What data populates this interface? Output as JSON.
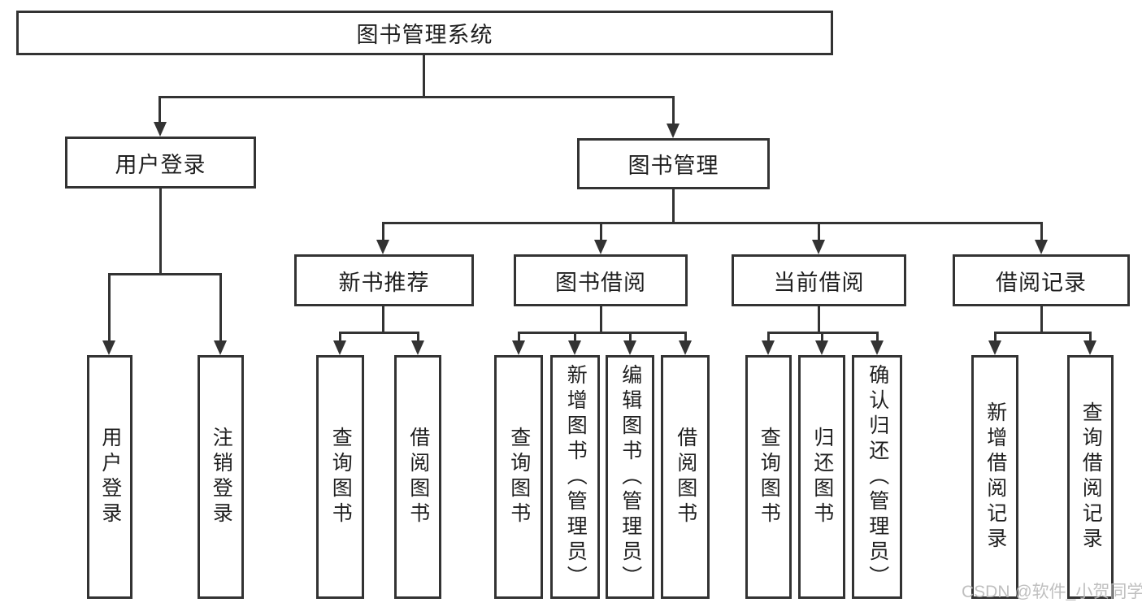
{
  "diagram": {
    "root": {
      "label": "图书管理系统"
    },
    "level2": [
      {
        "label": "用户登录"
      },
      {
        "label": "图书管理"
      }
    ],
    "level3": [
      {
        "label": "新书推荐",
        "parent": "图书管理"
      },
      {
        "label": "图书借阅",
        "parent": "图书管理"
      },
      {
        "label": "当前借阅",
        "parent": "图书管理"
      },
      {
        "label": "借阅记录",
        "parent": "图书管理"
      }
    ],
    "leaves": [
      {
        "label": "用户登录",
        "parent": "用户登录"
      },
      {
        "label": "注销登录",
        "parent": "用户登录"
      },
      {
        "label": "查询图书",
        "parent": "新书推荐"
      },
      {
        "label": "借阅图书",
        "parent": "新书推荐"
      },
      {
        "label": "查询图书",
        "parent": "图书借阅"
      },
      {
        "label": "新增图书（管理员）",
        "parent": "图书借阅"
      },
      {
        "label": "编辑图书（管理员）",
        "parent": "图书借阅"
      },
      {
        "label": "借阅图书",
        "parent": "图书借阅"
      },
      {
        "label": "查询图书",
        "parent": "当前借阅"
      },
      {
        "label": "归还图书",
        "parent": "当前借阅"
      },
      {
        "label": "确认归还（管理员）",
        "parent": "当前借阅"
      },
      {
        "label": "新增借阅记录",
        "parent": "借阅记录"
      },
      {
        "label": "查询借阅记录",
        "parent": "借阅记录"
      }
    ],
    "watermark": "CSDN @软件_小贺同学",
    "colors": {
      "line": "#333333",
      "text": "#1f1f1f",
      "background": "#ffffff",
      "watermark": "#b9b9b9"
    }
  }
}
